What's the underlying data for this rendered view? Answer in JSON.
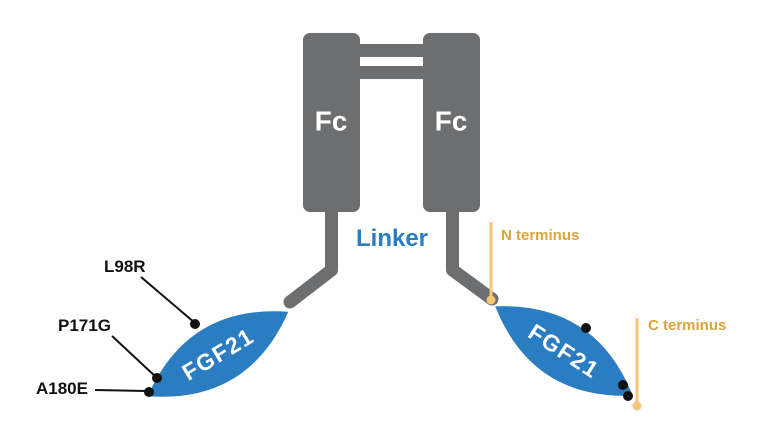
{
  "palette": {
    "domain_gray": "#6d6e70",
    "protein_blue": "#2a7dc0",
    "terminus_line_gold": "#f6c679",
    "terminus_text_gold": "#d9a43c",
    "label_black": "#111111",
    "background": "#ffffff"
  },
  "fc": {
    "left_label": "Fc",
    "right_label": "Fc"
  },
  "linker": {
    "label": "Linker"
  },
  "fgf21": {
    "left_label": "FGF21",
    "right_label": "FGF21"
  },
  "mutations": [
    {
      "label": "L98R"
    },
    {
      "label": "P171G"
    },
    {
      "label": "A180E"
    }
  ],
  "termini": {
    "n_label": "N terminus",
    "c_label": "C terminus"
  }
}
